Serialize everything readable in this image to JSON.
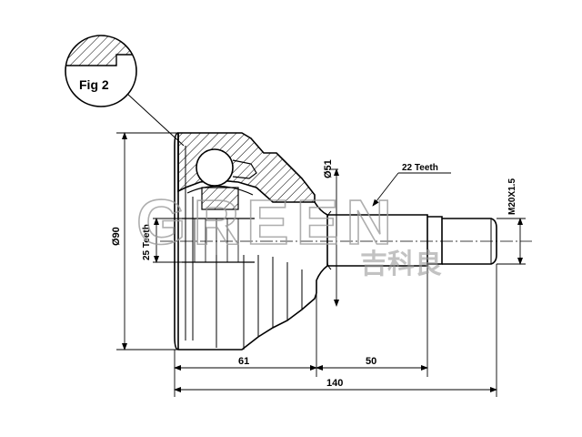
{
  "figure": {
    "callout_label": "Fig 2"
  },
  "dimensions": {
    "outer_diameter": "Ø90",
    "inner_teeth": "25 Teeth",
    "shaft_diameter": "Ø51",
    "shaft_teeth": "22 Teeth",
    "thread": "M20X1.5",
    "length_body": "61",
    "length_shaft": "50",
    "length_total": "140"
  },
  "watermark": {
    "brand": "GREEN",
    "cjk": "吉科良"
  }
}
